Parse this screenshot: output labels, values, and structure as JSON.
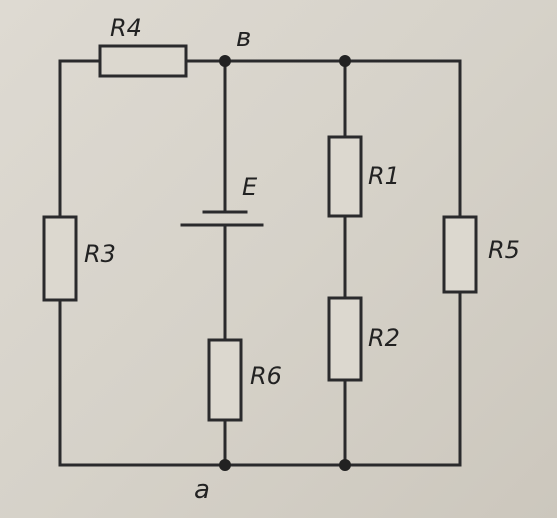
{
  "labels": {
    "r1": "R1",
    "r2": "R2",
    "r3": "R3",
    "r4": "R4",
    "r5": "R5",
    "r6": "R6",
    "e": "E",
    "node_a": "a",
    "node_b": "в"
  },
  "colors": {
    "ink": "#2a2a2c",
    "paper": "#d8d4cc"
  }
}
